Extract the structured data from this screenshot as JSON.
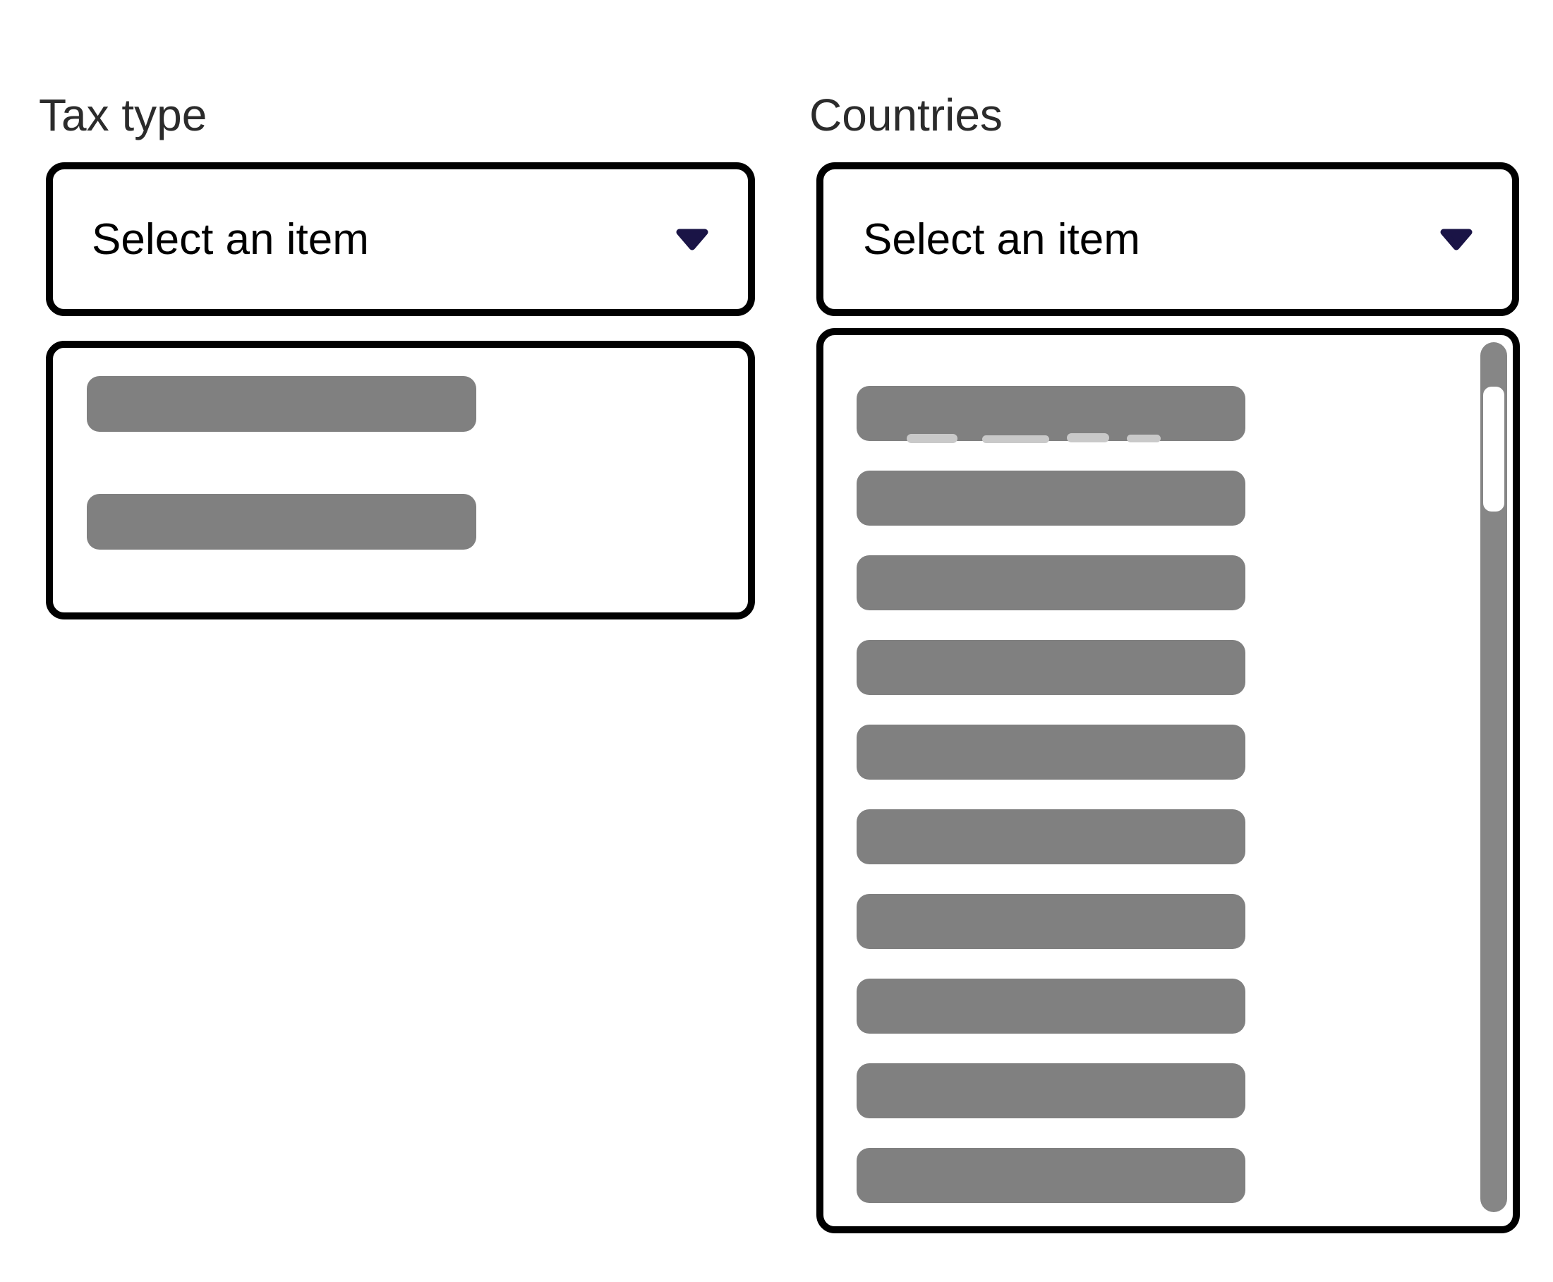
{
  "colors": {
    "border": "#000000",
    "bar": "#808080",
    "accent": "#1a1446",
    "scrollbar_track": "#868686",
    "scrollbar_thumb": "#ffffff",
    "label_text": "#2b2b2b",
    "value_text": "#000000",
    "artifact": "#c9c9c9",
    "background": "#ffffff"
  },
  "fields": {
    "tax_type": {
      "label": "Tax type",
      "combobox": {
        "value": "Select an item"
      },
      "listbox": {
        "placeholder_option_count": 2
      }
    },
    "countries": {
      "label": "Countries",
      "combobox": {
        "value": "Select an item"
      },
      "listbox": {
        "placeholder_option_count": 10,
        "scrollbar": {
          "visible": true,
          "thumb_position": "upper"
        }
      }
    }
  }
}
